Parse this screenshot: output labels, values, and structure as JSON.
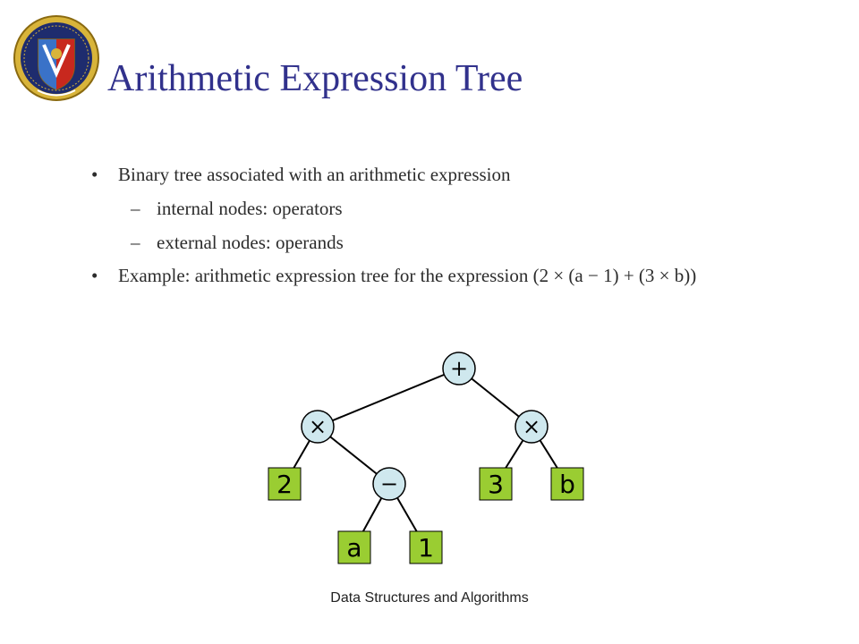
{
  "slide": {
    "title": "Arithmetic Expression Tree",
    "logo": {
      "icon": "institute-crest-logo",
      "colors": {
        "gold": "#d8b43a",
        "red": "#c8281e",
        "blue": "#3a72c8",
        "navy": "#1e2c6e"
      }
    },
    "bullets": [
      {
        "marker": "•",
        "text": "Binary tree associated with an arithmetic expression",
        "subitems": [
          {
            "marker": "–",
            "text": "internal nodes: operators"
          },
          {
            "marker": "–",
            "text": "external nodes: operands"
          }
        ]
      },
      {
        "marker": "•",
        "text": "Example: arithmetic expression tree for the expression (2 × (a − 1) + (3 × b))",
        "subitems": []
      }
    ],
    "footer": "Data Structures and Algorithms",
    "colors": {
      "title": "#31318c",
      "operator_fill": "#cfe8ee",
      "operand_fill": "#9acd32",
      "text": "#2c2c2c"
    }
  },
  "tree": {
    "nodes": [
      {
        "id": "plus",
        "label": "+",
        "kind": "operator"
      },
      {
        "id": "times-left",
        "label": "×",
        "kind": "operator"
      },
      {
        "id": "times-right",
        "label": "×",
        "kind": "operator"
      },
      {
        "id": "two",
        "label": "2",
        "kind": "operand"
      },
      {
        "id": "minus",
        "label": "−",
        "kind": "operator"
      },
      {
        "id": "three",
        "label": "3",
        "kind": "operand"
      },
      {
        "id": "b",
        "label": "b",
        "kind": "operand"
      },
      {
        "id": "a",
        "label": "a",
        "kind": "operand"
      },
      {
        "id": "one",
        "label": "1",
        "kind": "operand"
      }
    ],
    "edges": [
      [
        "plus",
        "times-left"
      ],
      [
        "plus",
        "times-right"
      ],
      [
        "times-left",
        "two"
      ],
      [
        "times-left",
        "minus"
      ],
      [
        "times-right",
        "three"
      ],
      [
        "times-right",
        "b"
      ],
      [
        "minus",
        "a"
      ],
      [
        "minus",
        "one"
      ]
    ]
  }
}
